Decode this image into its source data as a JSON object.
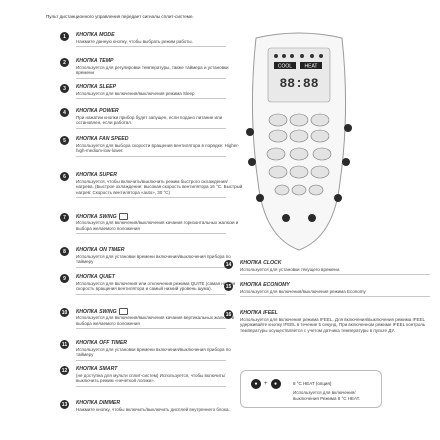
{
  "intro": "Пульт дистанционного управления передает сигналы сплит-системе.",
  "left_items": [
    {
      "num": "1",
      "title": "КНОПКА MODE",
      "desc": "Нажмите данную кнопку, чтобы выбрать режим работы."
    },
    {
      "num": "2",
      "title": "КНОПКА TEMP",
      "desc": "Используется для регулировки температуры, также таймера и установки времени"
    },
    {
      "num": "3",
      "title": "КНОПКА SLEEP",
      "desc": "Используется для включения/выключения режима Sleep"
    },
    {
      "num": "4",
      "title": "КНОПКА POWER",
      "desc": "При нажатии кнопки прибор будет запущен, если подано питание или остановлен, если работал."
    },
    {
      "num": "5",
      "title": "КНОПКА FAN SPEED",
      "desc": "Используется для выбора скорости вращения вентилятора в порядке: Higher-high-medium-low-lower."
    },
    {
      "num": "6",
      "title": "КНОПКА SUPER",
      "desc": "Используется, чтобы включить/выключить режим быстрого охлаждения/нагрева. (Быстрое охлаждение: высокая скорость вентилятора 16 °С. Быстрый нагрев: Скорость вентилятора «auto», 30 °С)"
    },
    {
      "num": "7",
      "title": "КНОПКА SWING",
      "desc": "Используется для включения/выключения качания горизонтальных жалюзи и выбора желаемого положения"
    },
    {
      "num": "8",
      "title": "КНОПКА ON TIMER",
      "desc": "Используется для установки времени включения/выключения прибора по таймеру"
    },
    {
      "num": "9",
      "title": "КНОПКА QUIET",
      "desc": "Используется для включения или отключения режима QUITE (самая низкая скорость вращения вентилятора и самый низкий уровень шума)."
    },
    {
      "num": "10",
      "title": "КНОПКА SWING",
      "desc": "Используется для включения/выключения качания вертикальных жалюзи и выбора желаемого положения"
    },
    {
      "num": "11",
      "title": "КНОПКА OFF TIMER",
      "desc": "Используется для установки времени включения/выключения прибора по таймеру"
    },
    {
      "num": "12",
      "title": "КНОПКА SMART",
      "desc": "(не доступна для мульти сплит-систем) Используется, чтобы включить/выключить режим «нечеткой логики»."
    },
    {
      "num": "13",
      "title": "КНОПКА DIMMER",
      "desc": "Нажмите кнопку, чтобы включить/выключить дисплей внутреннего блока."
    }
  ],
  "right_items": [
    {
      "num": "14",
      "title": "КНОПКА CLOCK",
      "desc": "Используется для установки текущего времени."
    },
    {
      "num": "15",
      "title": "КНОПКА ECONOMY",
      "desc": "Используется для включения/выключения режима Economy"
    },
    {
      "num": "16",
      "title": "КНОПКА IFEEL",
      "desc": "Используется для включения режима IFEEL. Для включения/выключения режима IFEEL удерживайте кнопку IFEEL в течение 5 секунд. При включенном режиме IFEEL контроль температуры осуществляется с учетом датчика температуры в пульте ДУ."
    }
  ],
  "heat": {
    "label": "8 °C HEAT (опция)",
    "desc": "Используется для включения/выключения Режима 8 °С HEAT."
  },
  "remote": {
    "screen_label_1": "COOL",
    "screen_label_2": "HEAT",
    "screen_digits": "88:88"
  }
}
